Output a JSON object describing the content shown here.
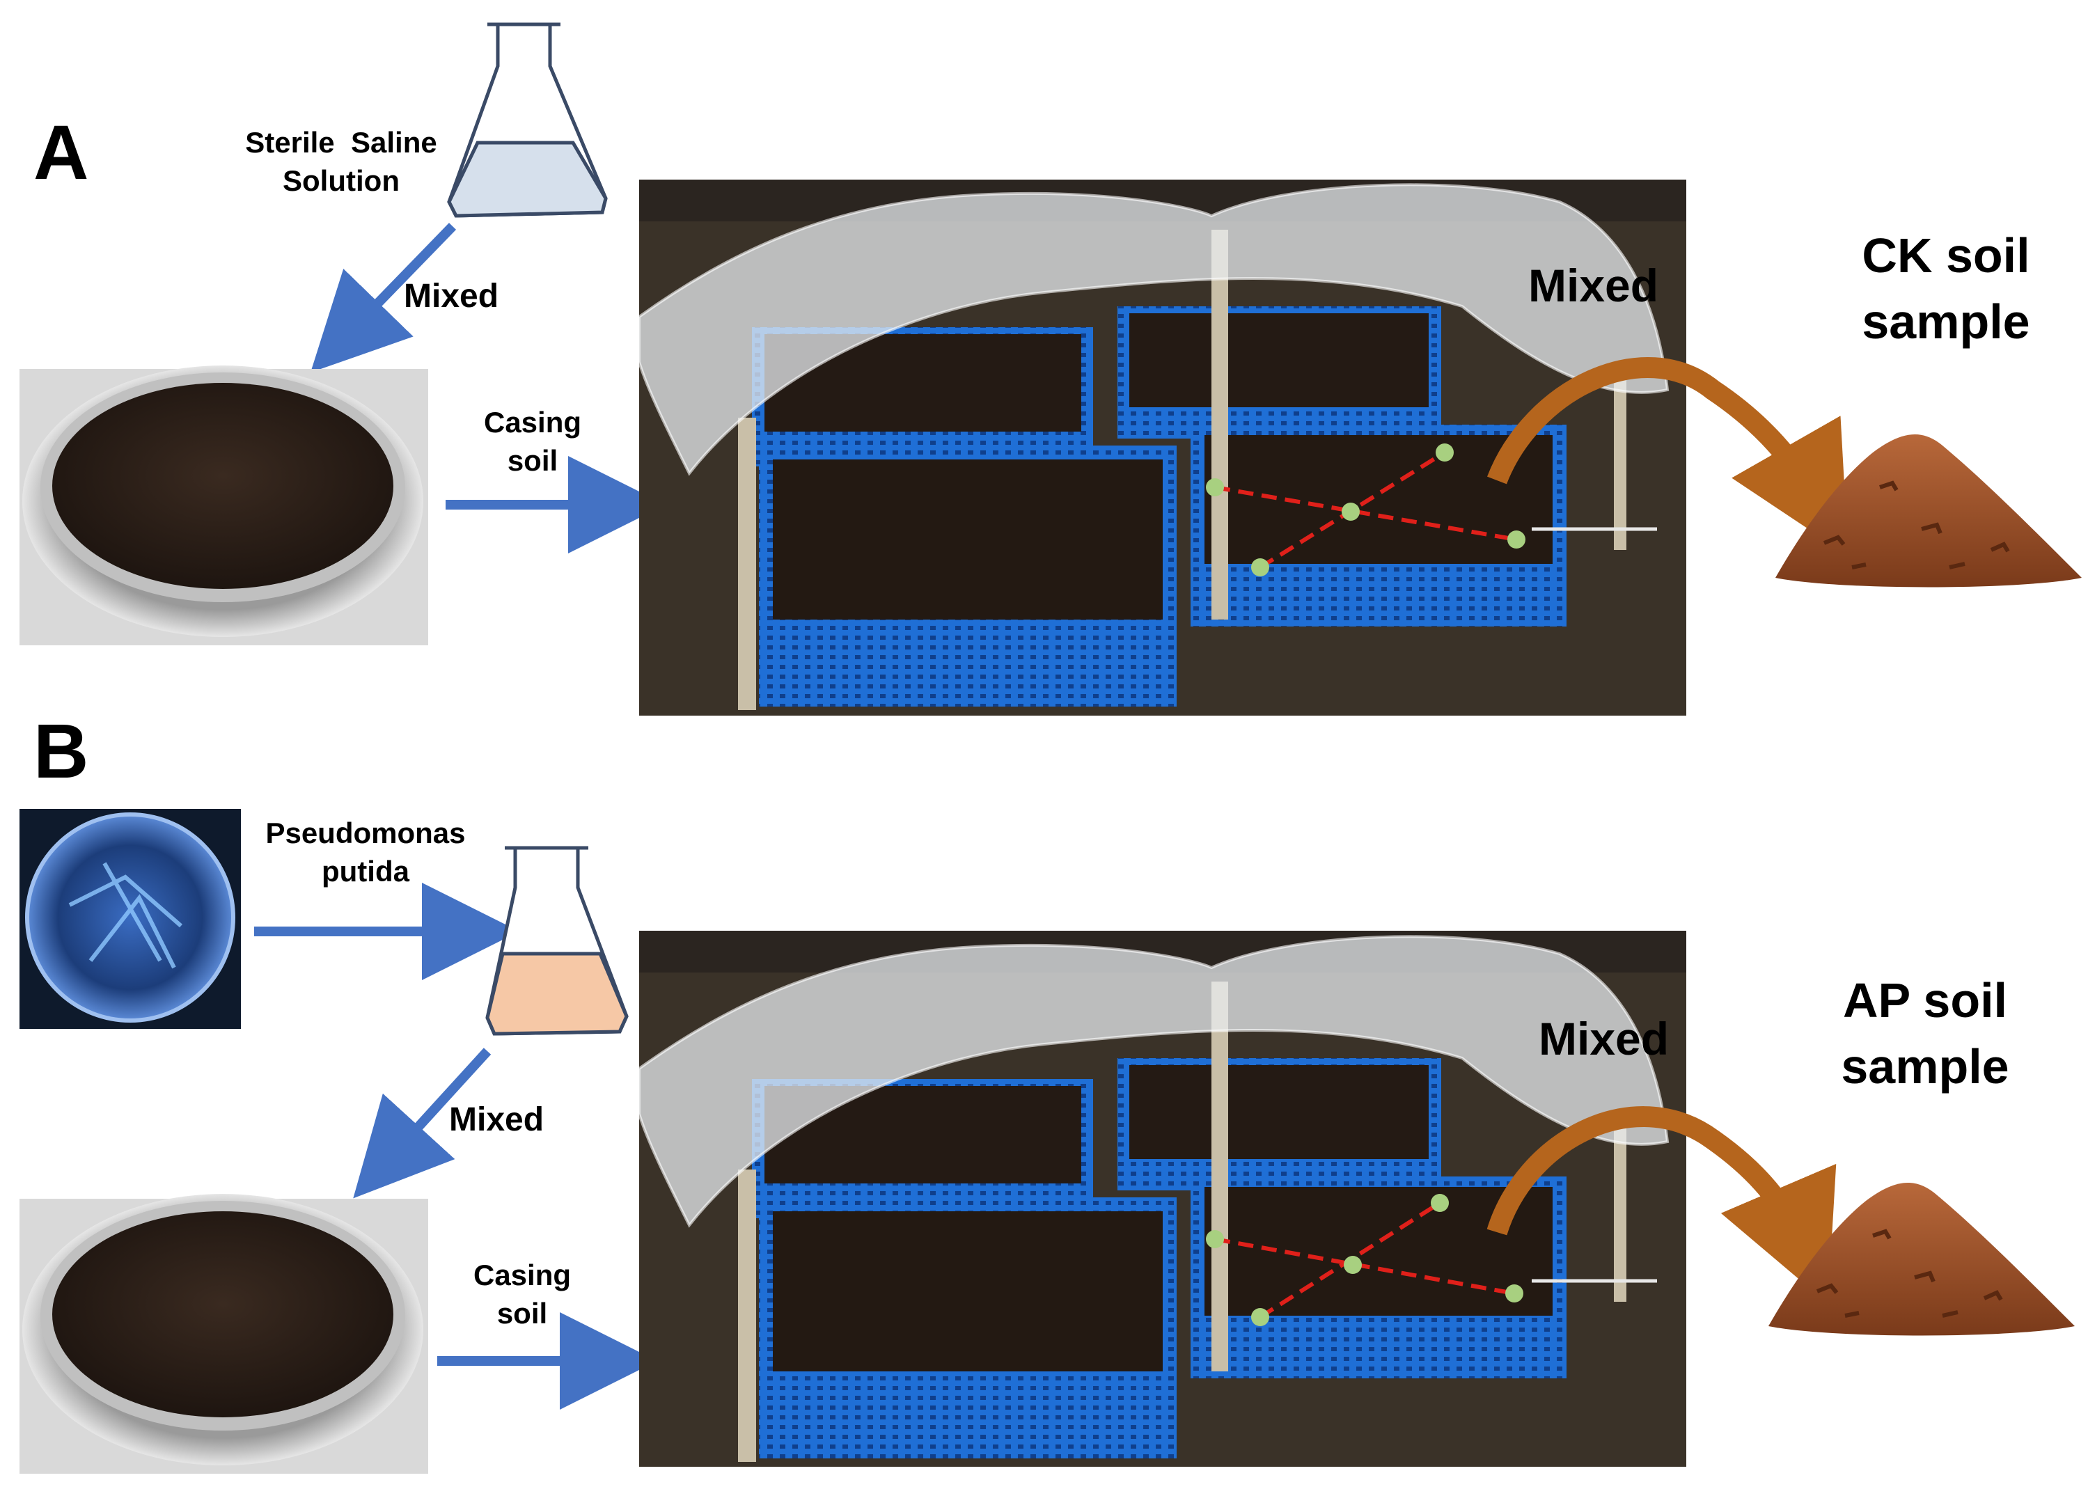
{
  "panel_a": {
    "letter": "A",
    "flask_label_line1": "Sterile  Saline",
    "flask_label_line2": "Solution",
    "mixed_label": "Mixed",
    "casing_line1": "Casing",
    "casing_line2": "soil",
    "field_mixed_label": "Mixed",
    "sample_line1": "CK soil",
    "sample_line2": "sample",
    "flask_liquid_color": "#d6e0ec"
  },
  "panel_b": {
    "letter": "B",
    "bacteria_line1": "Pseudomonas",
    "bacteria_line2": "putida",
    "mixed_label": "Mixed",
    "casing_line1": "Casing",
    "casing_line2": "soil",
    "field_mixed_label": "Mixed",
    "sample_line1": "AP soil",
    "sample_line2": "sample",
    "flask_liquid_color": "#f6c8a6"
  },
  "colors": {
    "arrow_blue": "#4472c4",
    "curve_arrow": "#b5651d",
    "crate_blue": "#1f6fd6",
    "sampling_line_red": "#e0201a",
    "sampling_point_green": "#a8d080",
    "soil_dark": "#2a1f18",
    "soil_pile": "#a0522d"
  },
  "icons": [
    "flask-icon",
    "soil-bowl-photo",
    "petri-dish-photo",
    "greenhouse-photo",
    "soil-pile-icon"
  ]
}
